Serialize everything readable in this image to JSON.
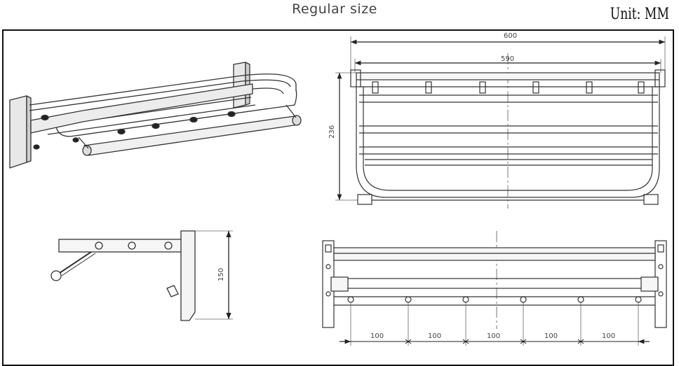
{
  "header": {
    "title": "Regular size",
    "unit": "Unit: MM"
  },
  "dimensions": {
    "overall_width": "600",
    "inner_width": "590",
    "depth": "236",
    "height": "150",
    "hook_spacing": [
      "100",
      "100",
      "100",
      "100",
      "100"
    ]
  }
}
